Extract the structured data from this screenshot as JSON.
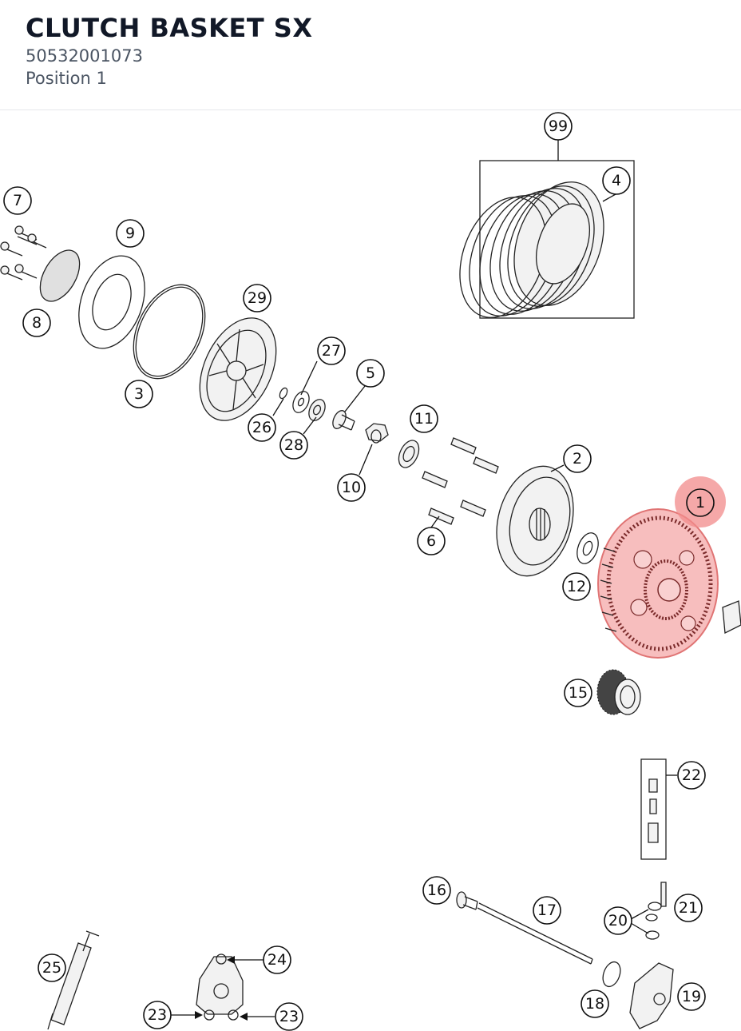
{
  "header": {
    "title": "CLUTCH BASKET SX",
    "part_number": "50532001073",
    "position": "Position 1"
  },
  "highlight": {
    "position": "1",
    "color": "#f26b6b"
  },
  "callouts": {
    "c99": "99",
    "c4": "4",
    "c7": "7",
    "c9": "9",
    "c8": "8",
    "c29": "29",
    "c3": "3",
    "c27": "27",
    "c5": "5",
    "c26": "26",
    "c28": "28",
    "c11": "11",
    "c10": "10",
    "c2": "2",
    "c1": "1",
    "c6": "6",
    "c12": "12",
    "c15": "15",
    "c22": "22",
    "c16": "16",
    "c17": "17",
    "c21": "21",
    "c20": "20",
    "c25": "25",
    "c24": "24",
    "c19": "19",
    "c18": "18",
    "c23a": "23",
    "c23b": "23"
  }
}
